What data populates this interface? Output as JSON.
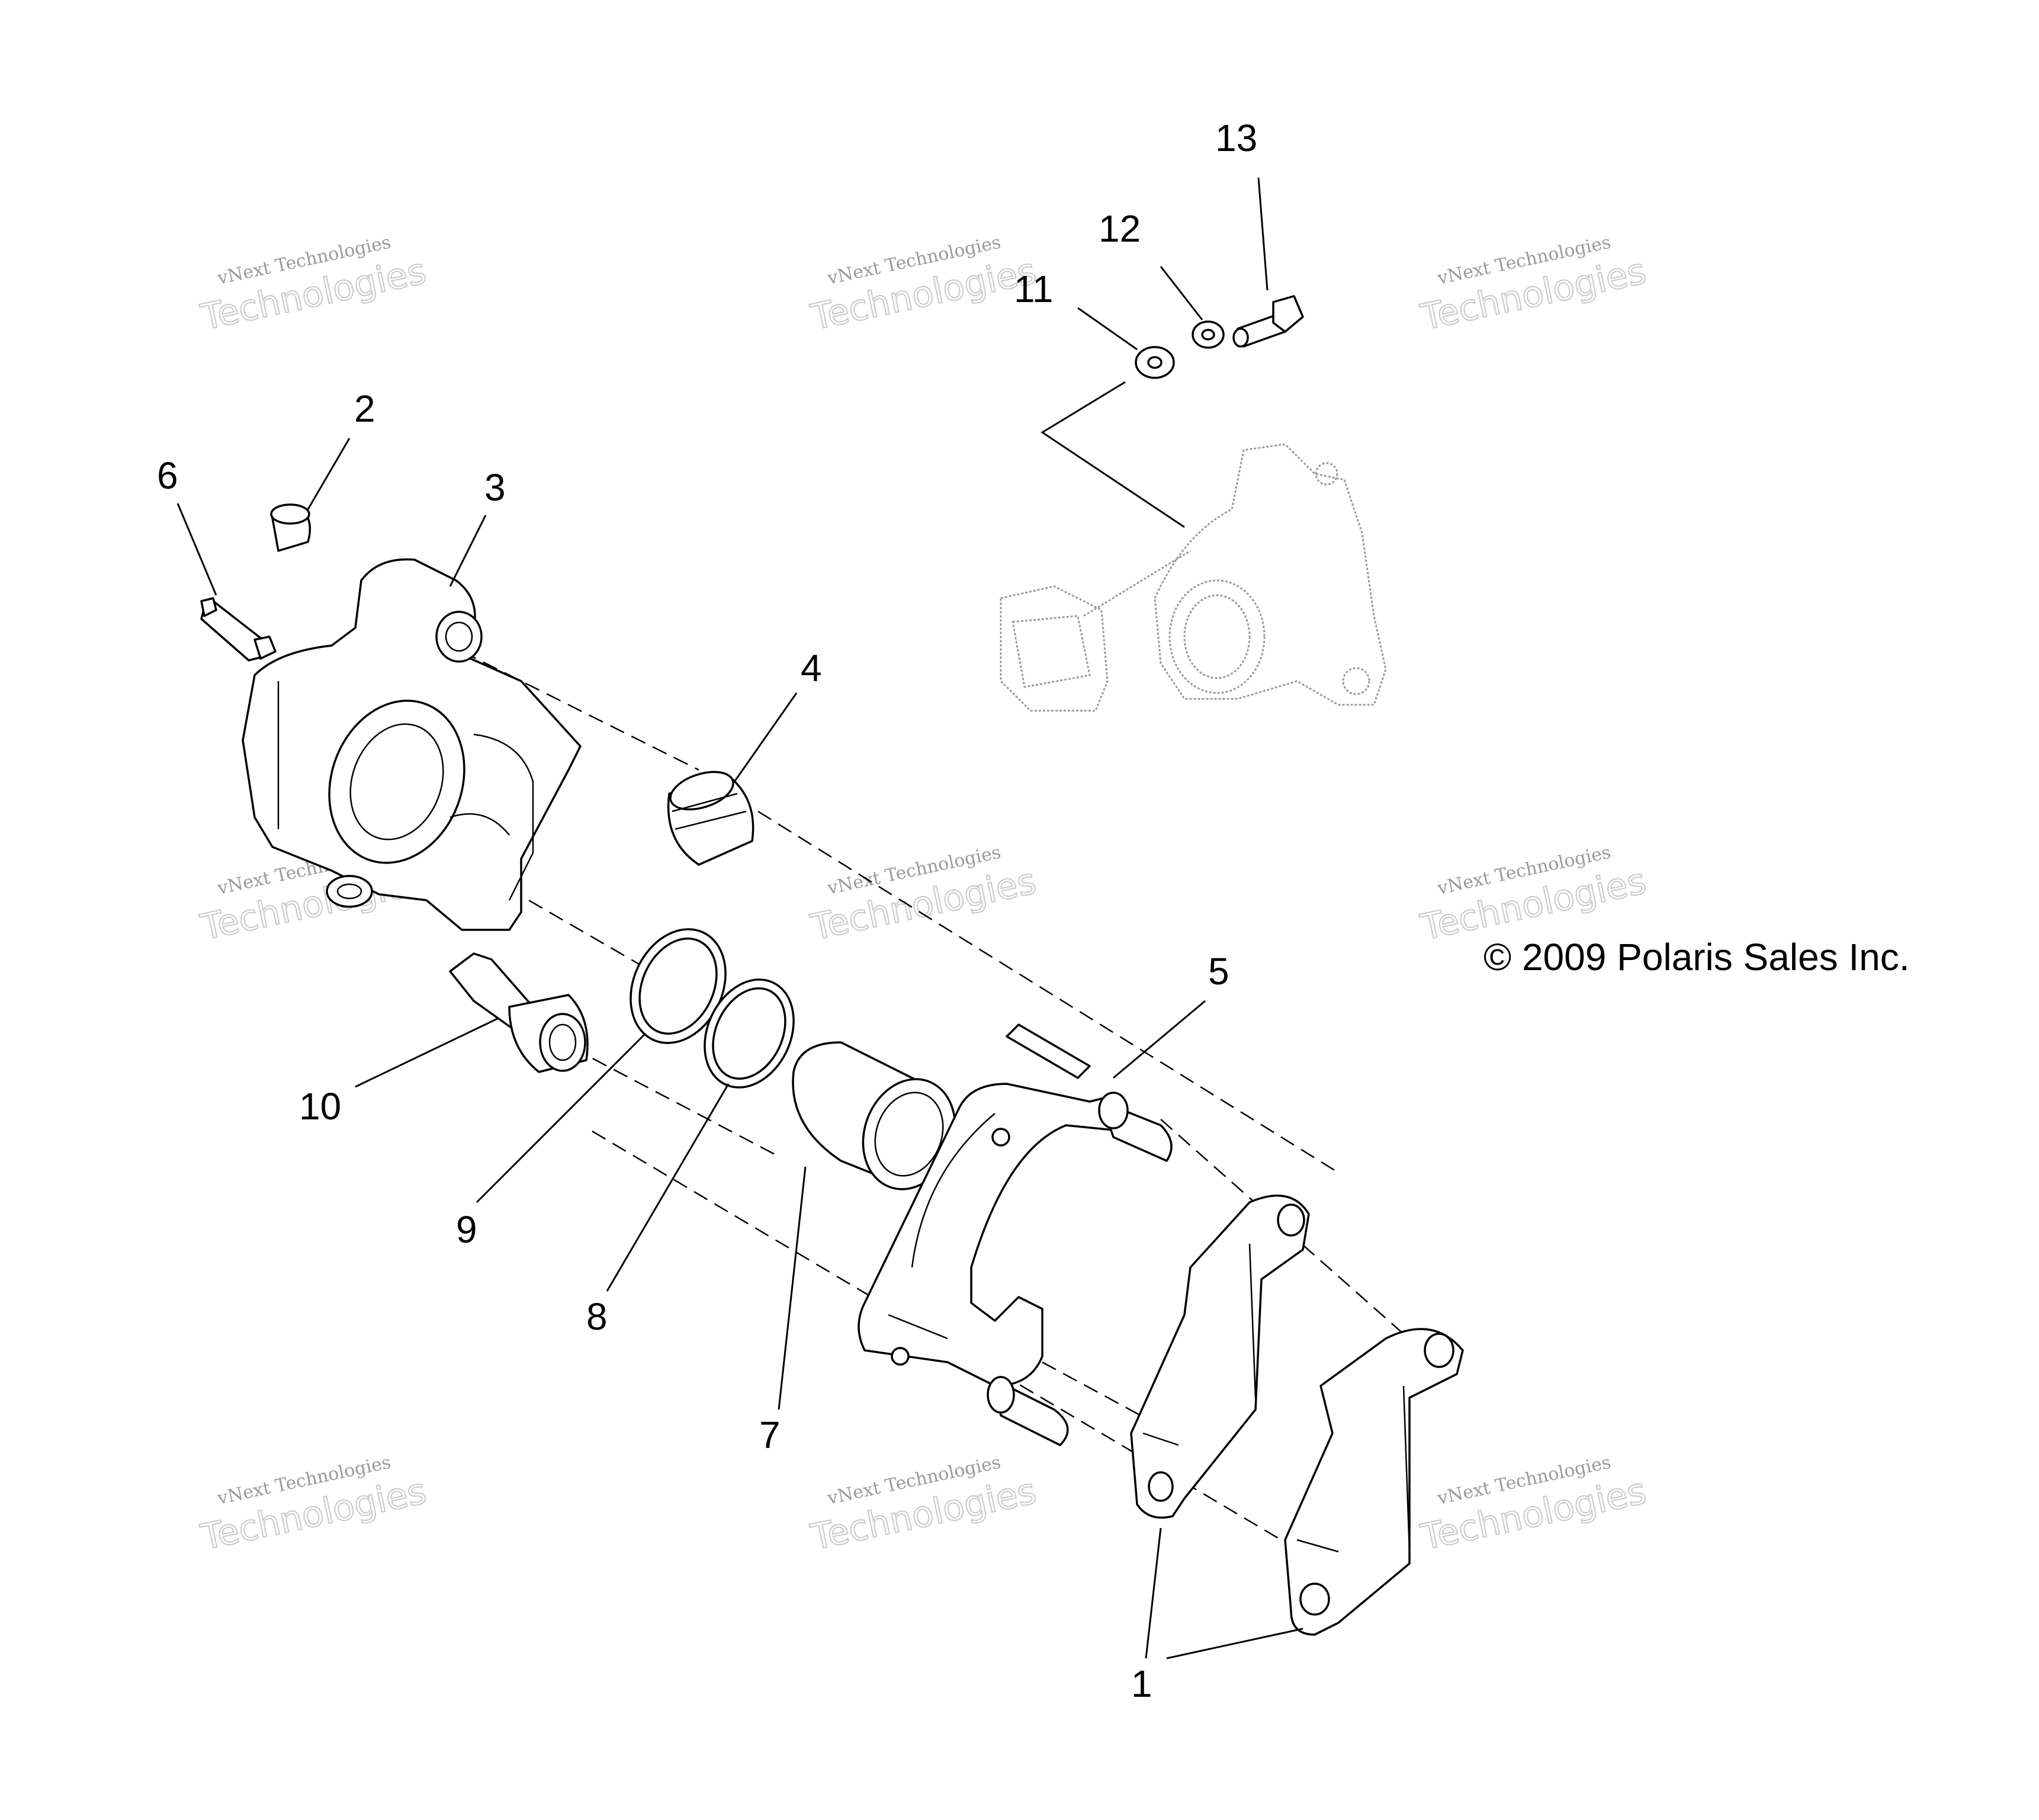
{
  "callouts": [
    {
      "number": "1"
    },
    {
      "number": "2"
    },
    {
      "number": "3"
    },
    {
      "number": "4"
    },
    {
      "number": "5"
    },
    {
      "number": "6"
    },
    {
      "number": "7"
    },
    {
      "number": "8"
    },
    {
      "number": "9"
    },
    {
      "number": "10"
    },
    {
      "number": "11"
    },
    {
      "number": "12"
    },
    {
      "number": "13"
    }
  ],
  "copyright": "© 2009 Polaris Sales Inc.",
  "watermark": {
    "line1": "vNext Technologies",
    "line2": "Technologies"
  }
}
